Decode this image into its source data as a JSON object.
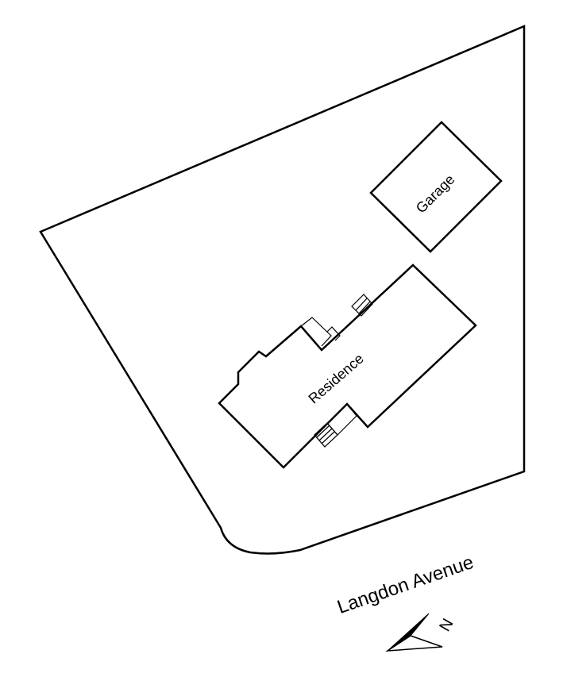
{
  "labels": {
    "garage": "Garage",
    "residence": "Residence",
    "street": "Langdon Avenue",
    "north": "N"
  },
  "colors": {
    "ink": "#000000",
    "background": "#ffffff"
  },
  "icons": {
    "north_arrow": "north-arrow-icon",
    "stairs": "stairs-icon"
  }
}
